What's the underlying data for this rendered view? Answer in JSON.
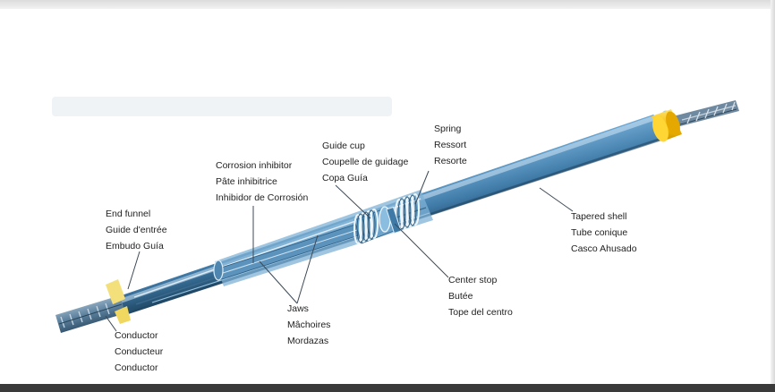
{
  "labels": {
    "end_funnel": [
      "End funnel",
      "Guide d'entrée",
      "Embudo Guía"
    ],
    "corrosion_inhibitor": [
      "Corrosion inhibitor",
      "Pâte inhibitrice",
      "Inhibidor de Corrosión"
    ],
    "guide_cup": [
      "Guide cup",
      "Coupelle de guidage",
      "Copa Guía"
    ],
    "spring": [
      "Spring",
      "Ressort",
      "Resorte"
    ],
    "tapered_shell": [
      "Tapered shell",
      "Tube conique",
      "Casco Ahusado"
    ],
    "center_stop": [
      "Center stop",
      "Butée",
      "Tope del centro"
    ],
    "jaws": [
      "Jaws",
      "Mâchoires",
      "Mordazas"
    ],
    "conductor": [
      "Conductor",
      "Conducteur",
      "Conductor"
    ]
  },
  "colors": {
    "shell": "#5f9dc8",
    "shell_dark": "#2f5f86",
    "conductor": "#4b6f8c",
    "end_cap": "#f2c200",
    "funnel": "#f0de6a"
  }
}
